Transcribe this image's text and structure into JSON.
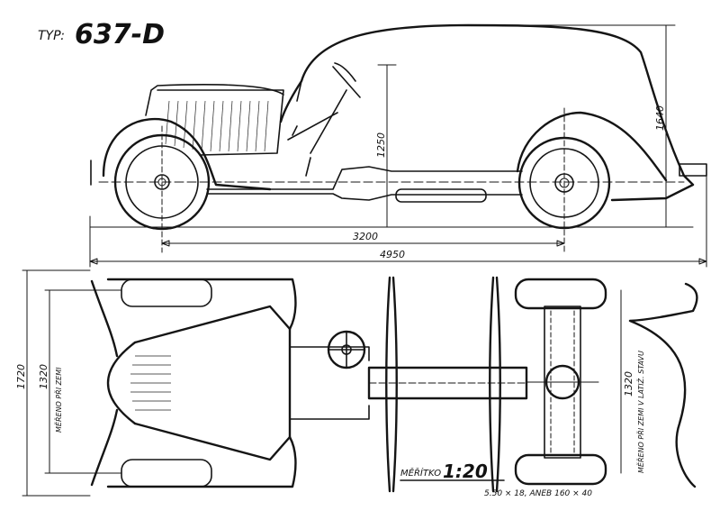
{
  "title": {
    "prefix": "TYP:",
    "model": "637-D"
  },
  "dimensions": {
    "height_cabin": "1250",
    "height_total": "1640",
    "wheelbase": "3200",
    "length": "4950",
    "width_total": "1720",
    "track_front": "1320",
    "track_rear": "1320",
    "measured_ground": "MĚŘENO PŘI ZEMI",
    "measured_ground_empty": "MĚŘENO PŘI ZEMI V LATIŽ. STAVU"
  },
  "scale": {
    "label": "MĚŘÍTKO",
    "value": "1:20"
  },
  "tire_note": "5.50 × 18, ANEB 160 × 40"
}
